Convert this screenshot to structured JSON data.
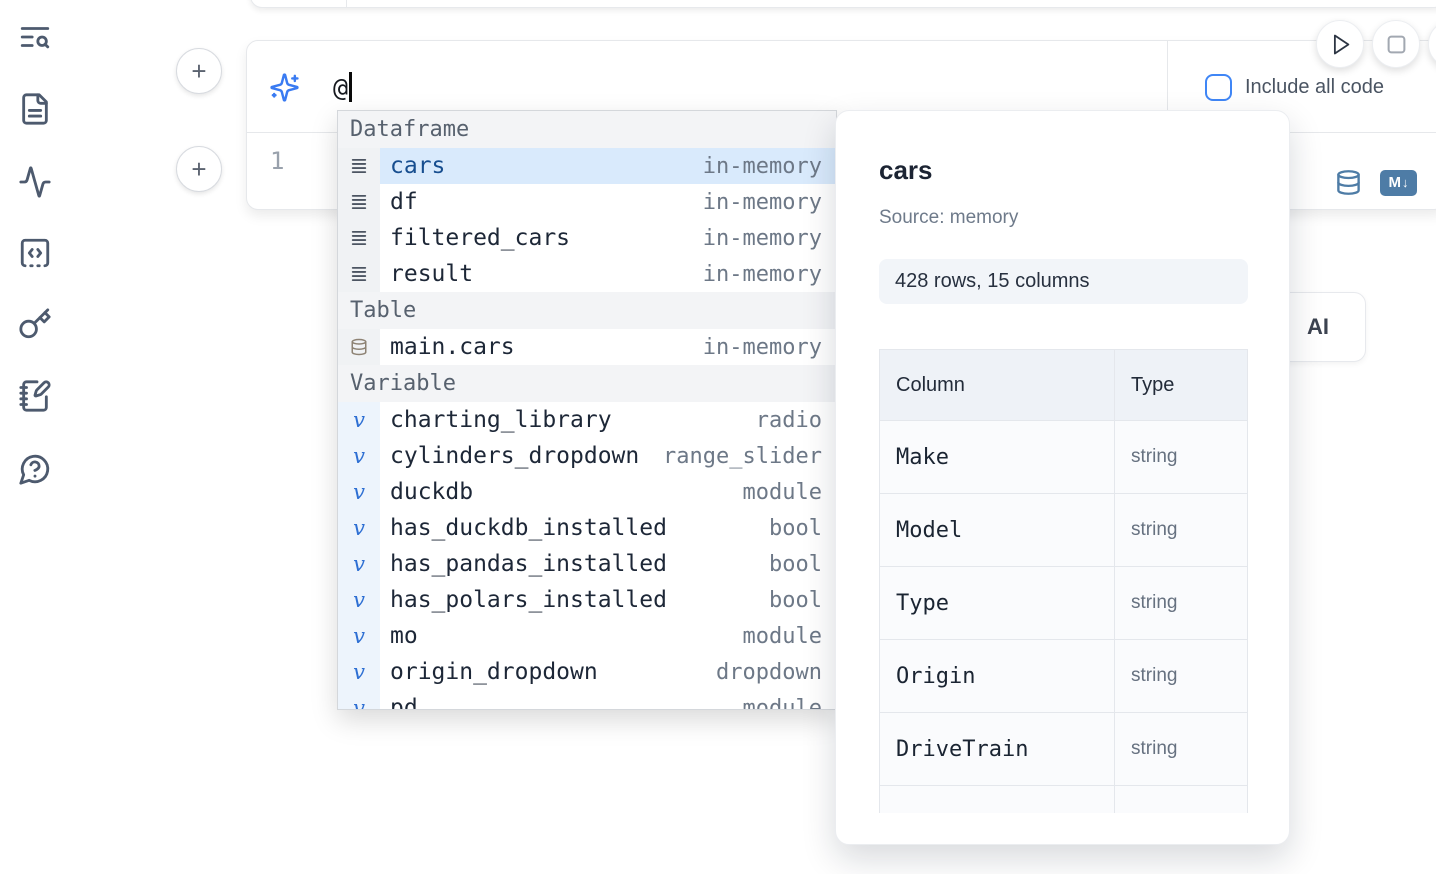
{
  "sidebar": {
    "items": [
      {
        "icon": "text-search-icon"
      },
      {
        "icon": "file-text-icon"
      },
      {
        "icon": "activity-icon"
      },
      {
        "icon": "code-snippets-icon"
      },
      {
        "icon": "key-icon"
      },
      {
        "icon": "notebook-pen-icon"
      },
      {
        "icon": "help-chat-icon"
      }
    ]
  },
  "run_controls": {
    "buttons": [
      {
        "name": "run-button",
        "icon": "play-icon"
      },
      {
        "name": "stop-button",
        "icon": "stop-icon"
      },
      {
        "name": "clipped-circle-button",
        "icon": ""
      }
    ]
  },
  "prompt": {
    "value": "@"
  },
  "controls": {
    "include_all_code_label": "Include all code"
  },
  "cell": {
    "line_number": "1",
    "toolbar_icons": [
      "database-icon",
      "markdown-icon"
    ]
  },
  "ai_button": {
    "label": "AI"
  },
  "autocomplete": {
    "sections": [
      {
        "label": "Dataframe",
        "items": [
          {
            "name": "cars",
            "type": "in-memory",
            "icon": "dataframe-rows-icon",
            "selected": true
          },
          {
            "name": "df",
            "type": "in-memory",
            "icon": "dataframe-rows-icon"
          },
          {
            "name": "filtered_cars",
            "type": "in-memory",
            "icon": "dataframe-rows-icon"
          },
          {
            "name": "result",
            "type": "in-memory",
            "icon": "dataframe-rows-icon"
          }
        ]
      },
      {
        "label": "Table",
        "items": [
          {
            "name": "main.cars",
            "type": "in-memory",
            "icon": "database-icon"
          }
        ]
      },
      {
        "label": "Variable",
        "items": [
          {
            "name": "charting_library",
            "type": "radio",
            "icon": "variable-icon"
          },
          {
            "name": "cylinders_dropdown",
            "type": "range_slider",
            "icon": "variable-icon"
          },
          {
            "name": "duckdb",
            "type": "module",
            "icon": "variable-icon"
          },
          {
            "name": "has_duckdb_installed",
            "type": "bool",
            "icon": "variable-icon"
          },
          {
            "name": "has_pandas_installed",
            "type": "bool",
            "icon": "variable-icon"
          },
          {
            "name": "has_polars_installed",
            "type": "bool",
            "icon": "variable-icon"
          },
          {
            "name": "mo",
            "type": "module",
            "icon": "variable-icon"
          },
          {
            "name": "origin_dropdown",
            "type": "dropdown",
            "icon": "variable-icon"
          },
          {
            "name": "pd",
            "type": "module",
            "icon": "variable-icon"
          }
        ]
      }
    ]
  },
  "preview": {
    "title": "cars",
    "source_label": "Source: memory",
    "shape_badge": "428 rows, 15 columns",
    "table": {
      "headers": [
        "Column",
        "Type"
      ],
      "rows": [
        [
          "Make",
          "string"
        ],
        [
          "Model",
          "string"
        ],
        [
          "Type",
          "string"
        ],
        [
          "Origin",
          "string"
        ],
        [
          "DriveTrain",
          "string"
        ]
      ]
    }
  },
  "colors": {
    "accent_blue": "#3f86f6",
    "steel_blue": "#4e7ca6",
    "selection_bg": "#d9eafc",
    "selected_text": "#174e8f"
  }
}
